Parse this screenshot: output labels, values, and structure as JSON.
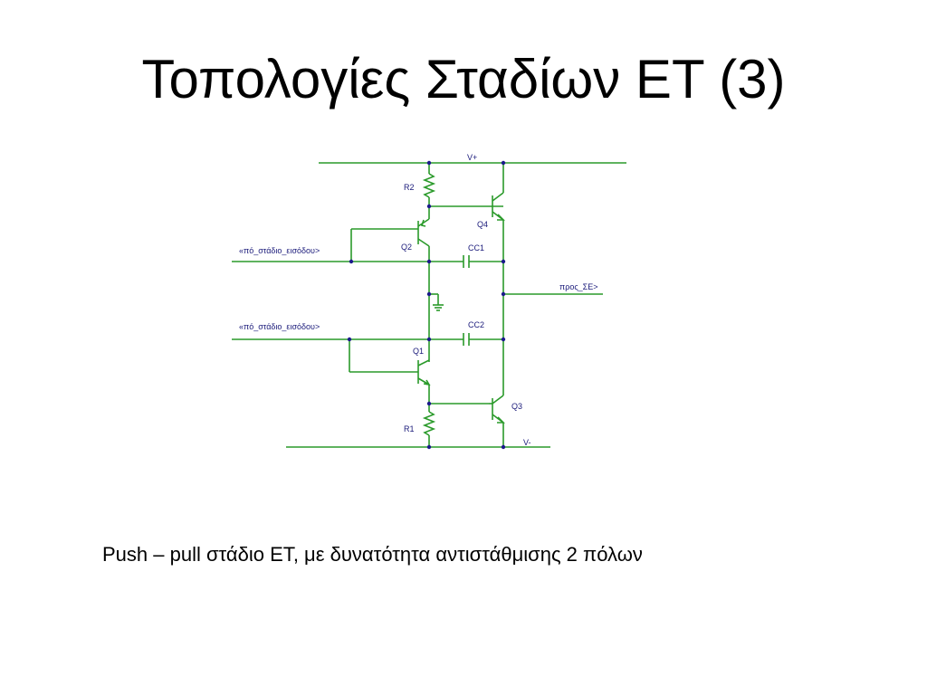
{
  "slide": {
    "title": "Τοπολογίες Σταδίων ΕΤ (3)",
    "caption": "Push – pull στάδιο ΕΤ, με δυνατότητα αντιστάθμισης 2 πόλων"
  },
  "schematic": {
    "labels": {
      "vplus": "V+",
      "vminus": "V-",
      "r2": "R2",
      "r1": "R1",
      "q1": "Q1",
      "q2": "Q2",
      "q3": "Q3",
      "q4": "Q4",
      "cc1": "CC1",
      "cc2": "CC2",
      "input_top": "«πό_στάδιο_εισόδου>",
      "input_bottom": "«πό_στάδιο_εισόδου>",
      "output": "προς_ΣΕ>"
    },
    "colors": {
      "wire": "#2a9a2a",
      "junction": "#1a1a8a",
      "label": "#1a1a7a"
    }
  }
}
